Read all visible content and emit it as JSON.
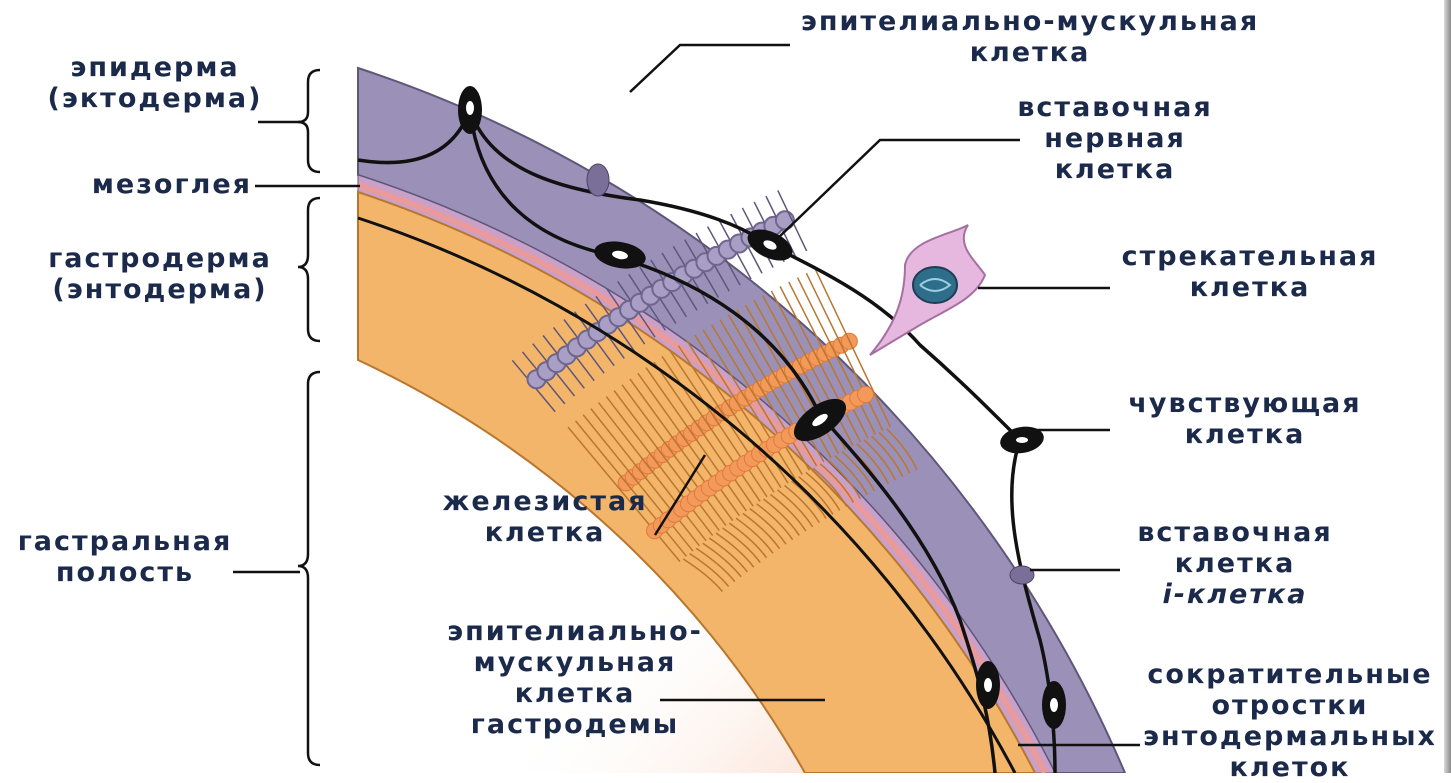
{
  "labels": {
    "epidermis": [
      "эпидерма",
      "(эктодерма)"
    ],
    "mesoglea": "мезоглея",
    "gastrodermis": [
      "гастродерма",
      "(энтодерма)"
    ],
    "gastral_cavity": [
      "гастральная",
      "полость"
    ],
    "epithelial_muscle_cell": [
      "эпителиально-мускульная",
      "клетка"
    ],
    "interneuron": [
      "вставочная",
      "нервная",
      "клетка"
    ],
    "cnidocyte": [
      "стрекательная",
      "клетка"
    ],
    "sensory_cell": [
      "чувствующая",
      "клетка"
    ],
    "glandular_cell": [
      "железистая",
      "клетка"
    ],
    "interstitial_cell": [
      "вставочная",
      "клетка",
      "i-клетка"
    ],
    "gastrodermal_muscle_cell": [
      "эпителиально-",
      "мускульная",
      "клетка",
      "гастродемы"
    ],
    "contractile_processes": [
      "сократительные",
      "отростки",
      "энтодермальных",
      "клеток"
    ]
  },
  "colors": {
    "text": "#1b2a4a",
    "ectoderm": "#9a90b8",
    "ectoderm_dark": "#6f6690",
    "mesoglea": "#e8a0a0",
    "endoderm": "#f3b56a",
    "endoderm_nucleus": "#f39a5a",
    "cnidocyte": "#e6b8e0",
    "nerve": "#111111"
  }
}
